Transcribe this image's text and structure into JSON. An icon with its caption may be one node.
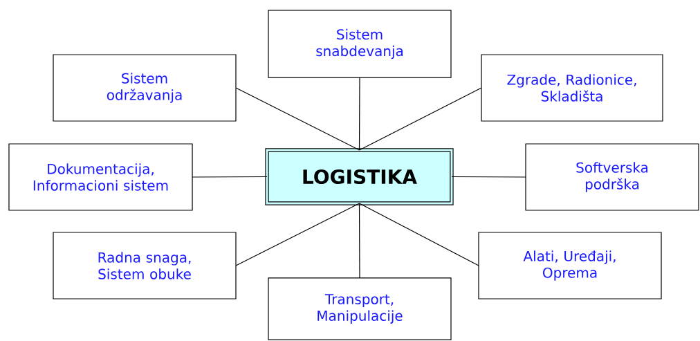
{
  "diagram": {
    "nodes": [
      {
        "text": [
          "Sistem snabdevanja"
        ]
      },
      {
        "text": [
          "Sistem održavanja"
        ]
      },
      {
        "text": [
          "Zgrade, Radionice, Skladišta"
        ]
      },
      {
        "text": [
          "Dokumentacija, Informacioni sistem"
        ]
      },
      {
        "text": [
          "LOGISTIKA"
        ]
      },
      {
        "text": [
          "Softverska podrška"
        ]
      },
      {
        "text": [
          "Radna snaga, Sistem obuke"
        ]
      },
      {
        "text": [
          "Alati, Uređaji, Oprema"
        ]
      },
      {
        "text": [
          "Transport, Manipulacije"
        ]
      }
    ],
    "edges": [
      {
        "from": 4,
        "to": 0,
        "arrow": "none"
      },
      {
        "from": 4,
        "to": 1,
        "arrow": "none"
      },
      {
        "from": 4,
        "to": 2,
        "arrow": "none"
      },
      {
        "from": 3,
        "to": 4,
        "arrow": "none"
      },
      {
        "from": 4,
        "to": 5,
        "arrow": "none"
      },
      {
        "from": 4,
        "to": 6,
        "arrow": "none"
      },
      {
        "from": 4,
        "to": 7,
        "arrow": "none"
      },
      {
        "from": 4,
        "to": 8,
        "arrow": "none"
      }
    ]
  }
}
